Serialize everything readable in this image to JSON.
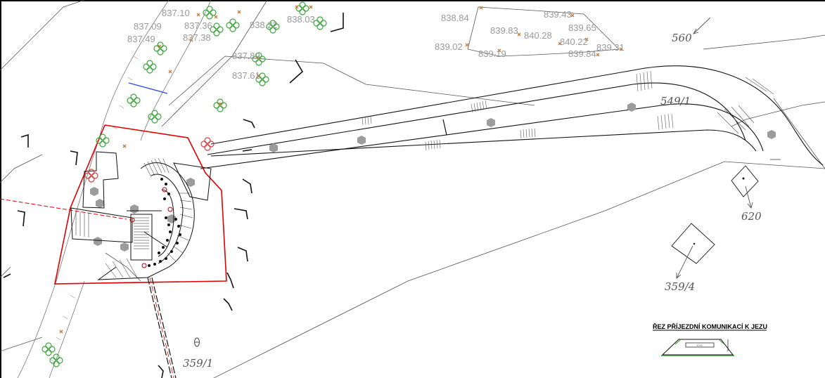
{
  "parcels": {
    "p560": "560",
    "p549_1": "549/1",
    "p620": "620",
    "p359_4": "359/4",
    "p359_1": "359/1"
  },
  "elevations": {
    "e1": "838.84",
    "e2": "839.43",
    "e3": "839.65",
    "e4": "839.83",
    "e5": "840.28",
    "e6": "840.22",
    "e7": "839.31",
    "e8": "839.02",
    "e9": "839.19",
    "e10": "839.84",
    "e11": "837.89",
    "e12": "837.61",
    "e13": "838.22",
    "e14": "838.03",
    "e15": "837.10",
    "e16": "837.09",
    "e17": "837.36",
    "e18": "837.49",
    "e19": "837.38"
  },
  "section": {
    "title": "ŘEZ PŘÍJEZDNÍ KOMUNIKACÍ K JEZU",
    "width_label": "3000"
  },
  "colors": {
    "boundary": "#e00000",
    "tree": "#3aa83a",
    "tree_marker": "#c87a3a",
    "elevation_text": "#9a9a9a",
    "line_work": "#111111",
    "water_line": "#2b4fe0"
  },
  "icons": [
    "north-arrow-icon",
    "tree-symbol-icon",
    "survey-point-icon",
    "leader-arrow-icon"
  ]
}
